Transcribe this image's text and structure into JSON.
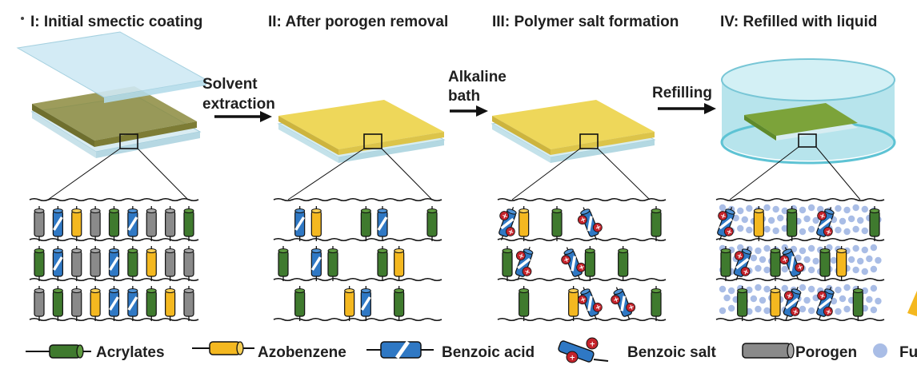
{
  "stages": [
    {
      "id": "stage-1",
      "title": "I: Initial smectic coating"
    },
    {
      "id": "stage-2",
      "title": "II: After porogen removal"
    },
    {
      "id": "stage-3",
      "title": "III: Polymer salt formation"
    },
    {
      "id": "stage-4",
      "title": "IV: Refilled with liquid"
    }
  ],
  "arrows": [
    {
      "id": "arrow-1",
      "line1": "Solvent",
      "line2": "extraction"
    },
    {
      "id": "arrow-2",
      "line1": "Alkaline",
      "line2": "bath"
    },
    {
      "id": "arrow-3",
      "line1": "Refilling",
      "line2": ""
    }
  ],
  "legend": [
    {
      "id": "acrylates",
      "label": "Acrylates"
    },
    {
      "id": "azobenzene",
      "label": "Azobenzene"
    },
    {
      "id": "benzoic-acid",
      "label": "Benzoic acid"
    },
    {
      "id": "benzoic-salt",
      "label": "Benzoic salt"
    },
    {
      "id": "porogen",
      "label": "Porogen"
    },
    {
      "id": "fluid",
      "label": "Fu"
    }
  ],
  "colors": {
    "acrylate": "#3f7a2e",
    "azobenzene": "#f4b820",
    "benzoic": "#2f78c4",
    "porogen": "#8a8a8a",
    "salt_ion": "#c4232b",
    "liquid": "#a9bde6",
    "film": "#ecd95a",
    "film_dark": "#8a8a3a",
    "glass": "#bfe3ef",
    "bath": "#8fd6e2"
  }
}
